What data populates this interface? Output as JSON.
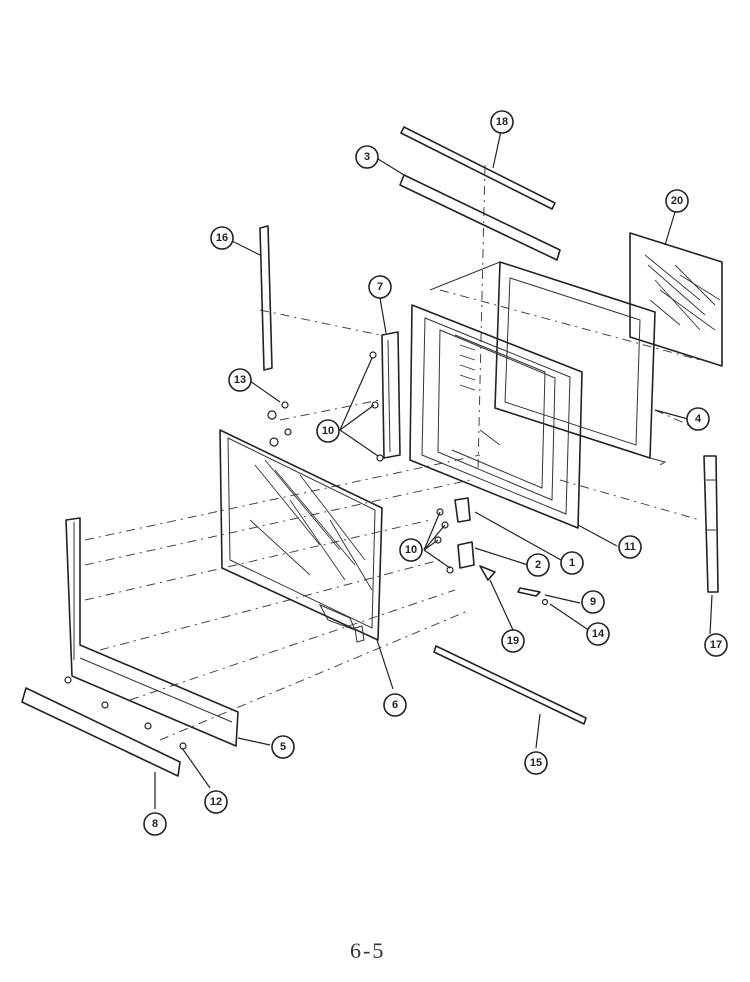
{
  "diagram": {
    "callouts": {
      "c1": "1",
      "c2": "2",
      "c3": "3",
      "c4": "4",
      "c5": "5",
      "c6": "6",
      "c7": "7",
      "c8": "8",
      "c9": "9",
      "c10a": "10",
      "c10b": "10",
      "c11": "11",
      "c12": "12",
      "c13": "13",
      "c14": "14",
      "c15": "15",
      "c16": "16",
      "c17": "17",
      "c18": "18",
      "c19": "19",
      "c20": "20"
    },
    "page_label": "6-5"
  }
}
